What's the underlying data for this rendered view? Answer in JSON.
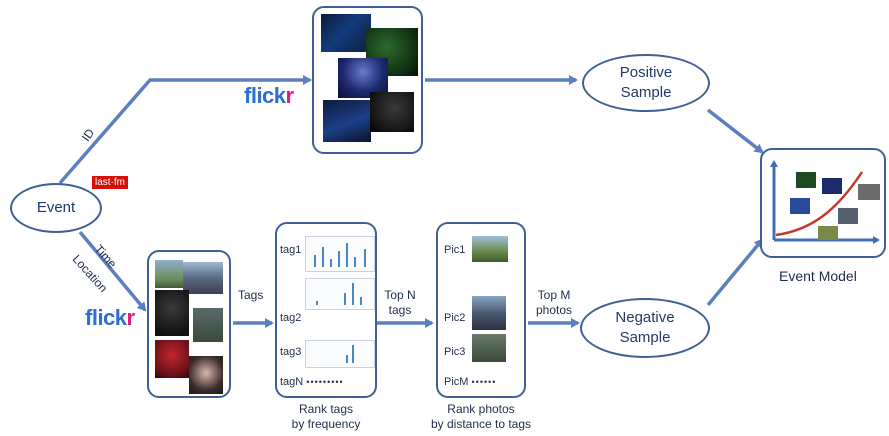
{
  "nodes": {
    "event": "Event",
    "positive_sample": [
      "Positive",
      "Sample"
    ],
    "negative_sample": [
      "Negative",
      "Sample"
    ],
    "event_model": "Event Model"
  },
  "edge_labels": {
    "id": "ID",
    "time": "Time",
    "location": "Location",
    "tags": "Tags",
    "top_n_tags": [
      "Top N",
      "tags"
    ],
    "top_m_photos": [
      "Top M",
      "photos"
    ]
  },
  "logos": {
    "flickr_part1": "flick",
    "flickr_part2": "r",
    "lastfm": "last·fm"
  },
  "tag_list": {
    "rows": [
      "tag1",
      "tag2",
      "tag3",
      "tagN"
    ],
    "ellipsis": "•••••••••"
  },
  "pic_list": {
    "rows": [
      "Pic1",
      "Pic2",
      "Pic3",
      "PicM"
    ],
    "ellipsis": "••••••"
  },
  "captions": {
    "rank_tags": [
      "Rank tags",
      "by frequency"
    ],
    "rank_photos": [
      "Rank photos",
      "by distance to tags"
    ]
  },
  "colors": {
    "arrow": "#5b80bd",
    "border": "#3f5f96",
    "curve": "#c0392b",
    "flickr_blue": "#2a6fd1",
    "flickr_pink": "#e0197d",
    "lastfm_red": "#d51007"
  }
}
